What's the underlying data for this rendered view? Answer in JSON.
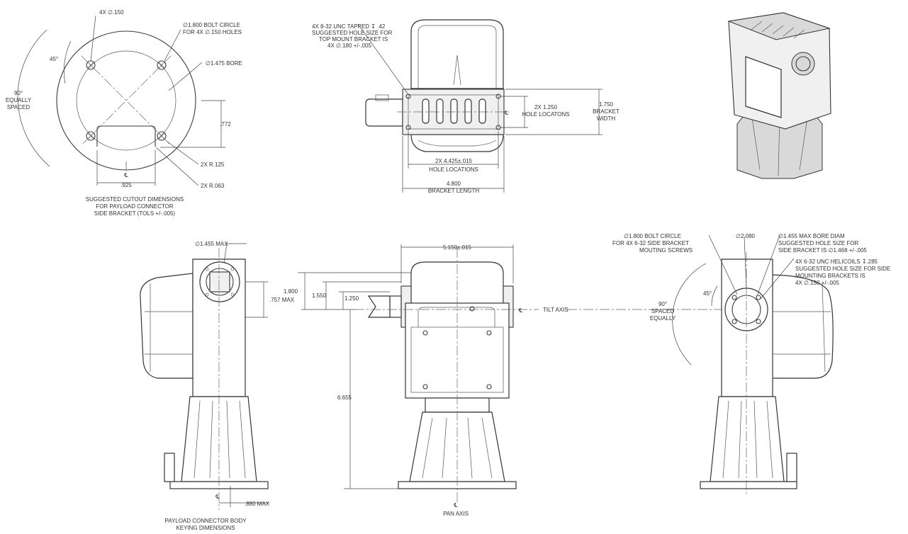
{
  "views": {
    "cutout": {
      "holes_4x": "4X ∅.150",
      "bolt_circle_l1": "∅1.800 BOLT CIRCLE",
      "bolt_circle_l2": "FOR 4X ∅.150 HOLES",
      "angle_45": "45°",
      "bore": "∅1.475 BORE",
      "equally_l1": "90°",
      "equally_l2": "EQUALLY",
      "equally_l3": "SPACED",
      "dim_772": ".772",
      "r125": "2X R.125",
      "r063": "2X R.063",
      "cl": "℄",
      "dim_925": ".925",
      "note_l1": "SUGGESTED CUTOUT DIMENSIONS",
      "note_l2": "FOR PAYLOAD CONNECTOR",
      "note_l3": "SIDE BRACKET (TOLS +/-.005)"
    },
    "top": {
      "tapped_l1": "4X 8-32 UNC TAPPED ↧ .42",
      "tapped_l2": "SUGGESTED HOLE SIZE FOR",
      "tapped_l3": "TOP MOUNT BRACKET IS",
      "tapped_l4": "4X ∅.180 +/-.005",
      "hole_loc_l1": "2X 1.250",
      "hole_loc_l2": "HOLE LOCATONS",
      "bracket_w_l1": "1.750",
      "bracket_w_l2": "BRACKET",
      "bracket_w_l3": "WIDTH",
      "cl": "℄",
      "hole_len_l1": "2X 4.425±.015",
      "hole_len_l2": "HOLE LOCATIONS",
      "bracket_len_l1": "4.800",
      "bracket_len_l2": "BRACKET LENGTH"
    },
    "left": {
      "max_bore": "∅1.455 MAX",
      "dim_757": ".757 MAX",
      "dim_880": ".880 MAX",
      "cl": "℄",
      "note_l1": "PAYLOAD CONNECTOR BODY",
      "note_l2": "KEYING DIMENSIONS"
    },
    "front": {
      "width": "5.150±.015",
      "d1800": "1.800",
      "d1550": "1.550",
      "d1250": "1.250",
      "d6655": "6.655",
      "cl_tilt": "℄",
      "tilt_axis": "TILT AXIS",
      "cl_pan": "℄",
      "pan_axis": "PAN AXIS"
    },
    "right": {
      "bolt_l1": "∅1.800 BOLT CIRCLE",
      "bolt_l2": "FOR 4X 6-32 SIDE BRACKET",
      "bolt_l3": "MOUTING SCREWS",
      "d2080": "∅2.080",
      "bore_l1": "∅1.455 MAX BORE DIAM",
      "bore_l2": "SUGGESTED HOLE SIZE FOR",
      "bore_l3": "SIDE BRACKET IS ∅1.468 +/-.005",
      "heli_l1": "4X 6-32 UNC HELICOILS ↧.285",
      "heli_l2": "SUGGESTED HOLE SIZE FOR SIDE",
      "heli_l3": "MOUNTING BRACKETS IS",
      "heli_l4": "4X ∅.150 +/-.005",
      "angle_45": "45°",
      "spaced_l1": "90°",
      "spaced_l2": "SPACED",
      "spaced_l3": "EQUALLY"
    }
  }
}
